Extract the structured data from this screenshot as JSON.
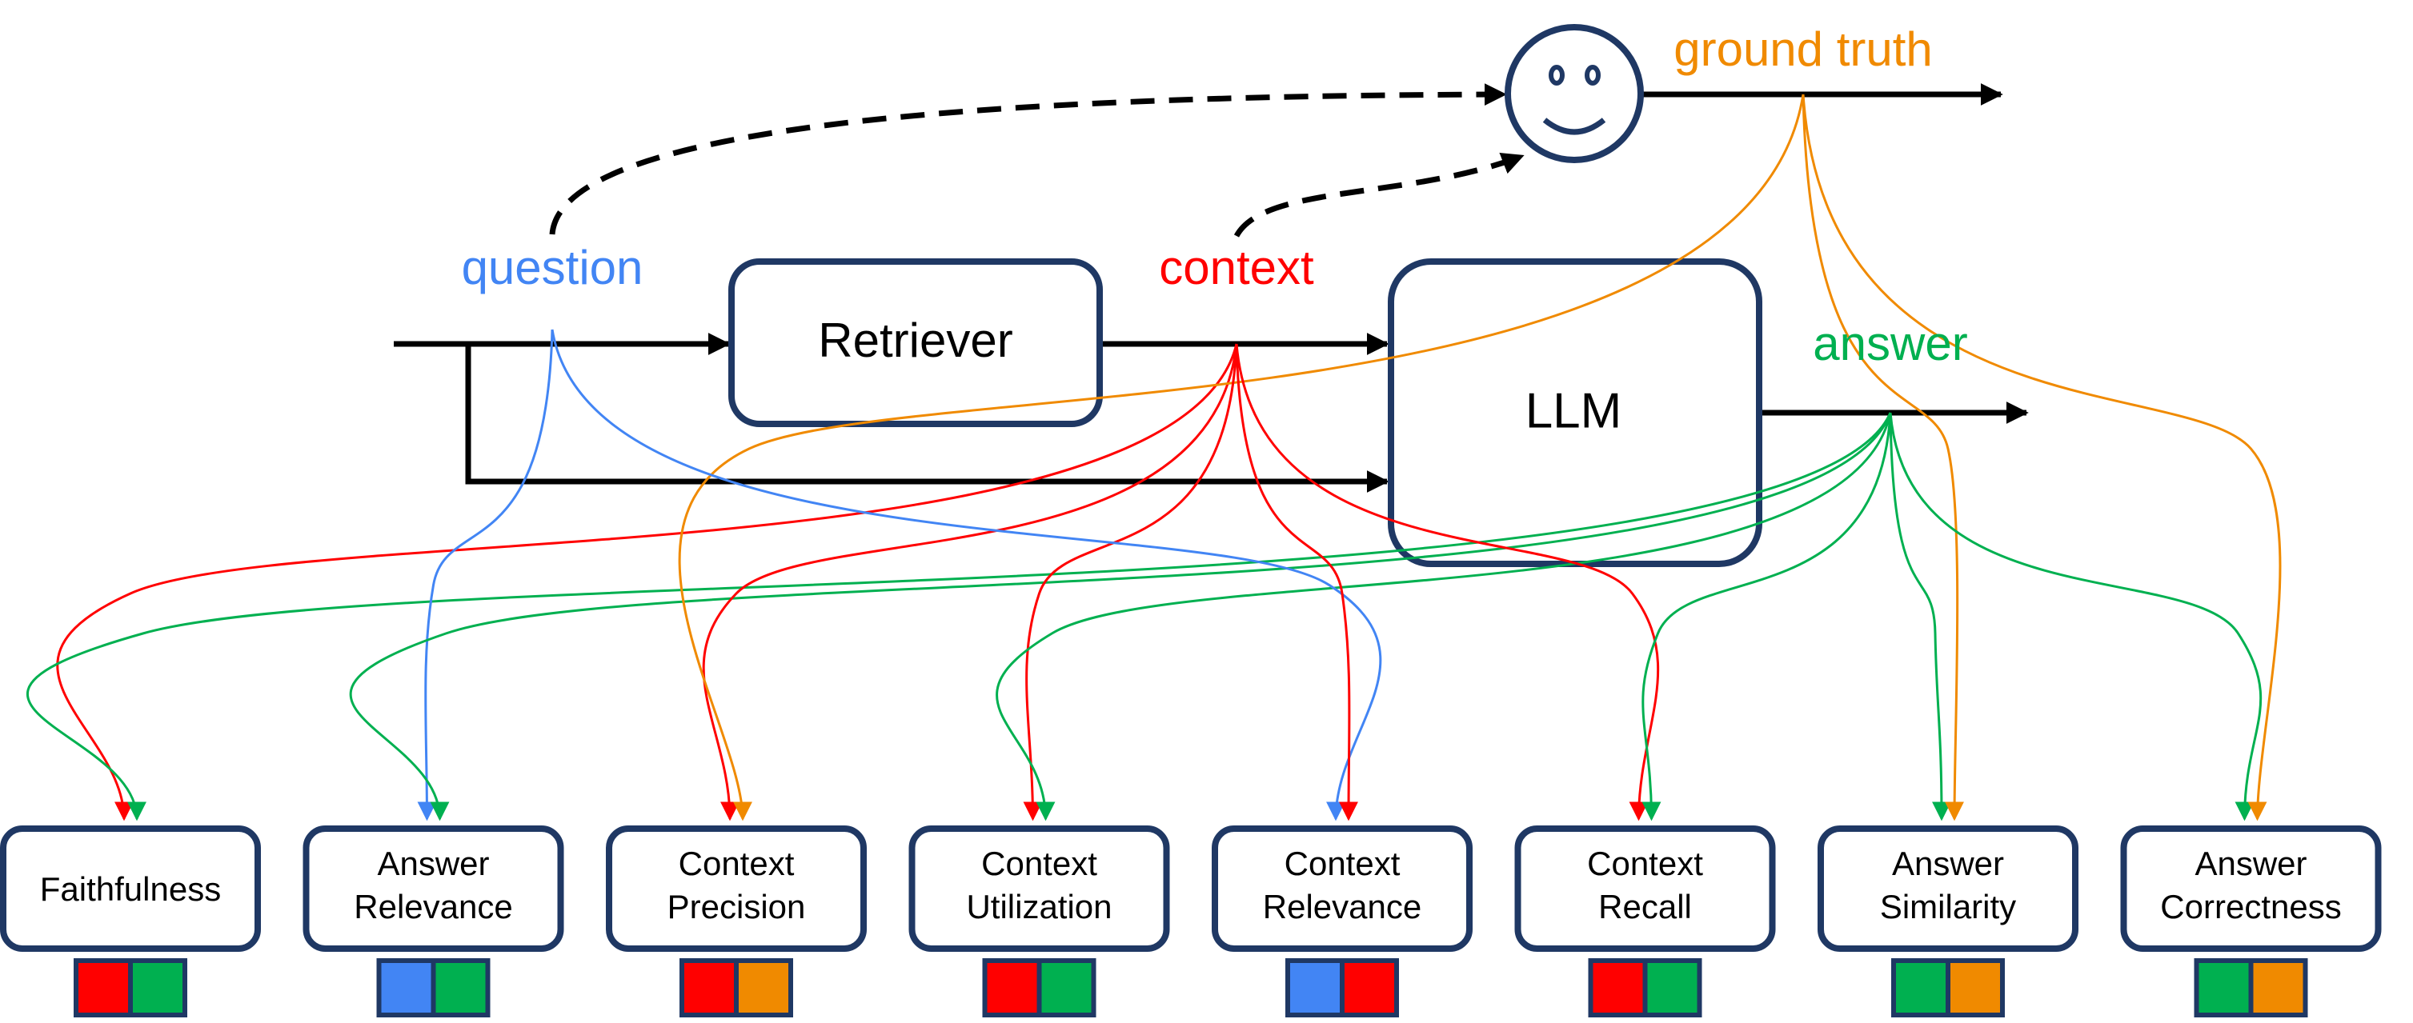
{
  "labels": {
    "question": "question",
    "context": "context",
    "answer": "answer",
    "ground_truth": "ground truth"
  },
  "components": {
    "retriever": "Retriever",
    "llm": "LLM"
  },
  "colors": {
    "question": "#4285f4",
    "context": "#ff0000",
    "answer": "#00b050",
    "ground_truth": "#f08a00",
    "box_border": "#1f3864",
    "arrow": "#000000"
  },
  "metrics": [
    {
      "id": "faithfulness",
      "lines": [
        "Faithfulness"
      ],
      "inputs": [
        "context",
        "answer"
      ]
    },
    {
      "id": "answer-relevance",
      "lines": [
        "Answer",
        "Relevance"
      ],
      "inputs": [
        "question",
        "answer"
      ]
    },
    {
      "id": "context-precision",
      "lines": [
        "Context",
        "Precision"
      ],
      "inputs": [
        "context",
        "ground_truth"
      ]
    },
    {
      "id": "context-utilization",
      "lines": [
        "Context",
        "Utilization"
      ],
      "inputs": [
        "context",
        "answer"
      ]
    },
    {
      "id": "context-relevance",
      "lines": [
        "Context",
        "Relevance"
      ],
      "inputs": [
        "question",
        "context"
      ]
    },
    {
      "id": "context-recall",
      "lines": [
        "Context",
        "Recall"
      ],
      "inputs": [
        "context",
        "answer"
      ]
    },
    {
      "id": "answer-similarity",
      "lines": [
        "Answer",
        "Similarity"
      ],
      "inputs": [
        "answer",
        "ground_truth"
      ]
    },
    {
      "id": "answer-correctness",
      "lines": [
        "Answer",
        "Correctness"
      ],
      "inputs": [
        "answer",
        "ground_truth"
      ]
    }
  ]
}
